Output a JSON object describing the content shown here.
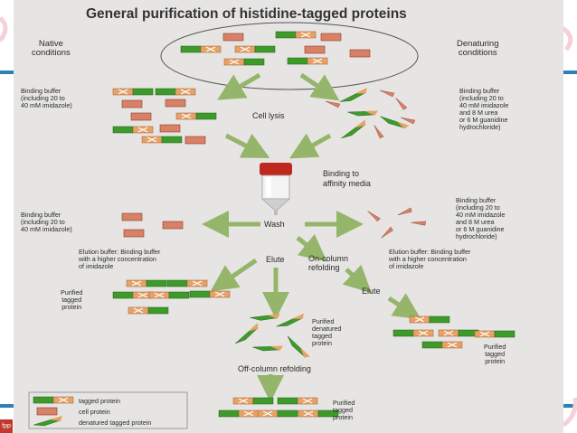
{
  "title": "General purification of histidine-tagged proteins",
  "conditions": {
    "native": "Native\nconditions",
    "denaturing": "Denaturing\nconditions"
  },
  "steps": {
    "cell_lysis": "Cell lysis",
    "binding": "Binding to\naffinity media",
    "wash": "Wash",
    "elute_center": "Elute",
    "on_column": "On-column\nrefolding",
    "elute_right": "Elute",
    "off_column": "Off-column refolding"
  },
  "buffers": {
    "binding_native_1": "Binding buffer\n(including 20 to\n40 mM imidazole)",
    "binding_denat_1": "Binding buffer\n(including 20 to\n40 mM imidazole\nand 8 M urea\nor 6 M guanidine\nhydrochloride)",
    "binding_native_2": "Binding buffer\n(including 20 to\n40 mM imidazole)",
    "binding_denat_2": "Binding buffer\n(including 20 to\n40 mM imidazole\nand 8 M urea\nor 6 M guanidine\nhydrochloride)",
    "elution_native": "Elution buffer: Binding buffer\nwith a higher concentration\nof imidazole",
    "elution_denat": "Elution buffer: Binding buffer\nwith a higher concentration\nof imidazole"
  },
  "results": {
    "purified_left": "Purified\ntagged\nprotein",
    "purified_denatured": "Purified\ndenatured\ntagged\nprotein",
    "purified_right": "Purified\ntagged\nprotein",
    "purified_bottom": "Purified\ntagged\nprotein"
  },
  "legend": {
    "tagged": "tagged protein",
    "cell": "cell protein",
    "denatured": "denatured tagged protein"
  },
  "footer": {
    "logo": "fpp"
  },
  "colors": {
    "background": "#e6e5e4",
    "arrow": "#95b56a",
    "green_block": "#3e9b2a",
    "cell_protein": "#d98166",
    "tag": "#e8a267",
    "cylinder_cap": "#c0281e"
  }
}
